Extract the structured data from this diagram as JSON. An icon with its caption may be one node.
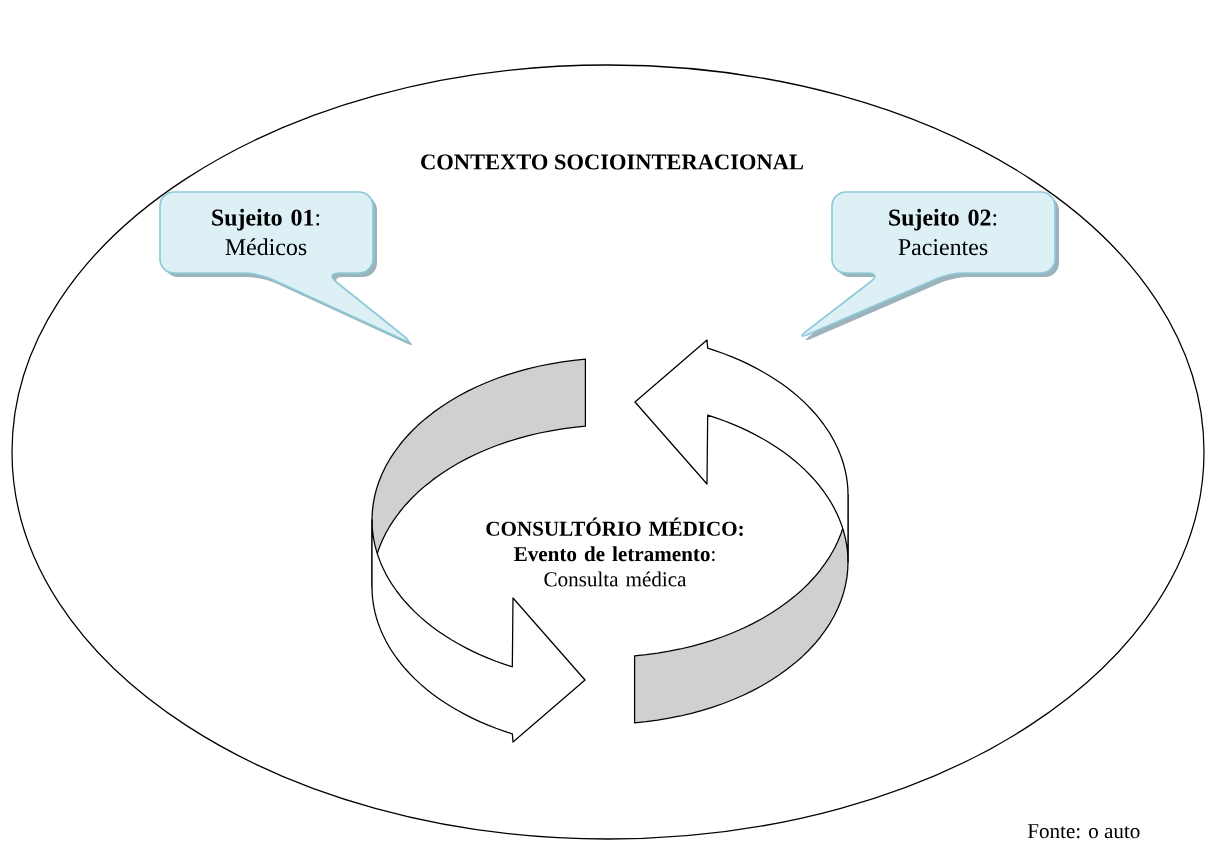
{
  "diagram": {
    "nodes": [
      {
        "text": [
          "CONTEXTO SOCIOINTERACIONAL"
        ]
      },
      {
        "text": [
          "**Sujeito 01**: Médicos"
        ],
        "in": 0
      },
      {
        "text": [
          "**Sujeito 02**: Pacientes"
        ],
        "in": 0
      },
      {
        "text": [
          "CONSULTÓRIO MÉDICO:",
          "**Evento de letramento**: Consulta médica"
        ],
        "in": 0
      }
    ],
    "labels": [
      "Fonte: o auto"
    ]
  }
}
